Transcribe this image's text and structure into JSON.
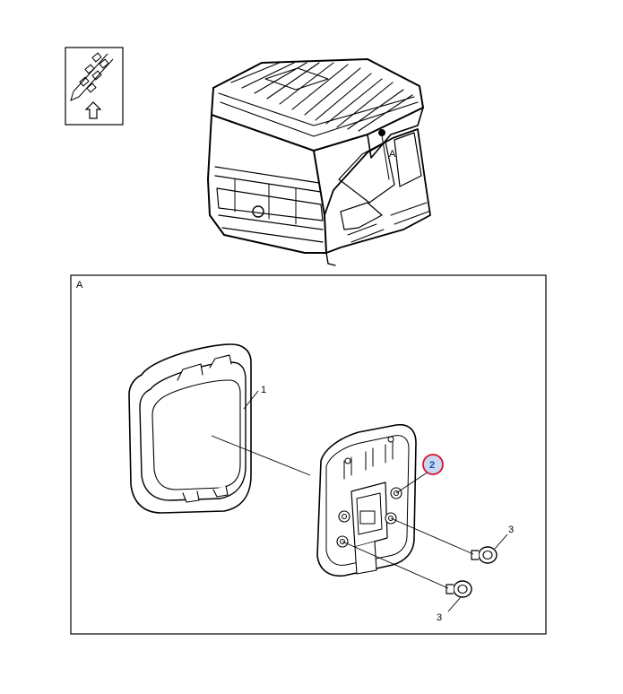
{
  "icon_box": {
    "icon": "wiring-direction-icon"
  },
  "overview": {
    "view_ref_label": "A"
  },
  "detail_panel": {
    "label": "A"
  },
  "callouts": {
    "part1": "1",
    "part2": "2",
    "part3_upper": "3",
    "part3_lower": "3"
  },
  "colors": {
    "highlight_ring": "#d8102a",
    "highlight_fill": "#c9d8f2",
    "line": "#000000"
  }
}
